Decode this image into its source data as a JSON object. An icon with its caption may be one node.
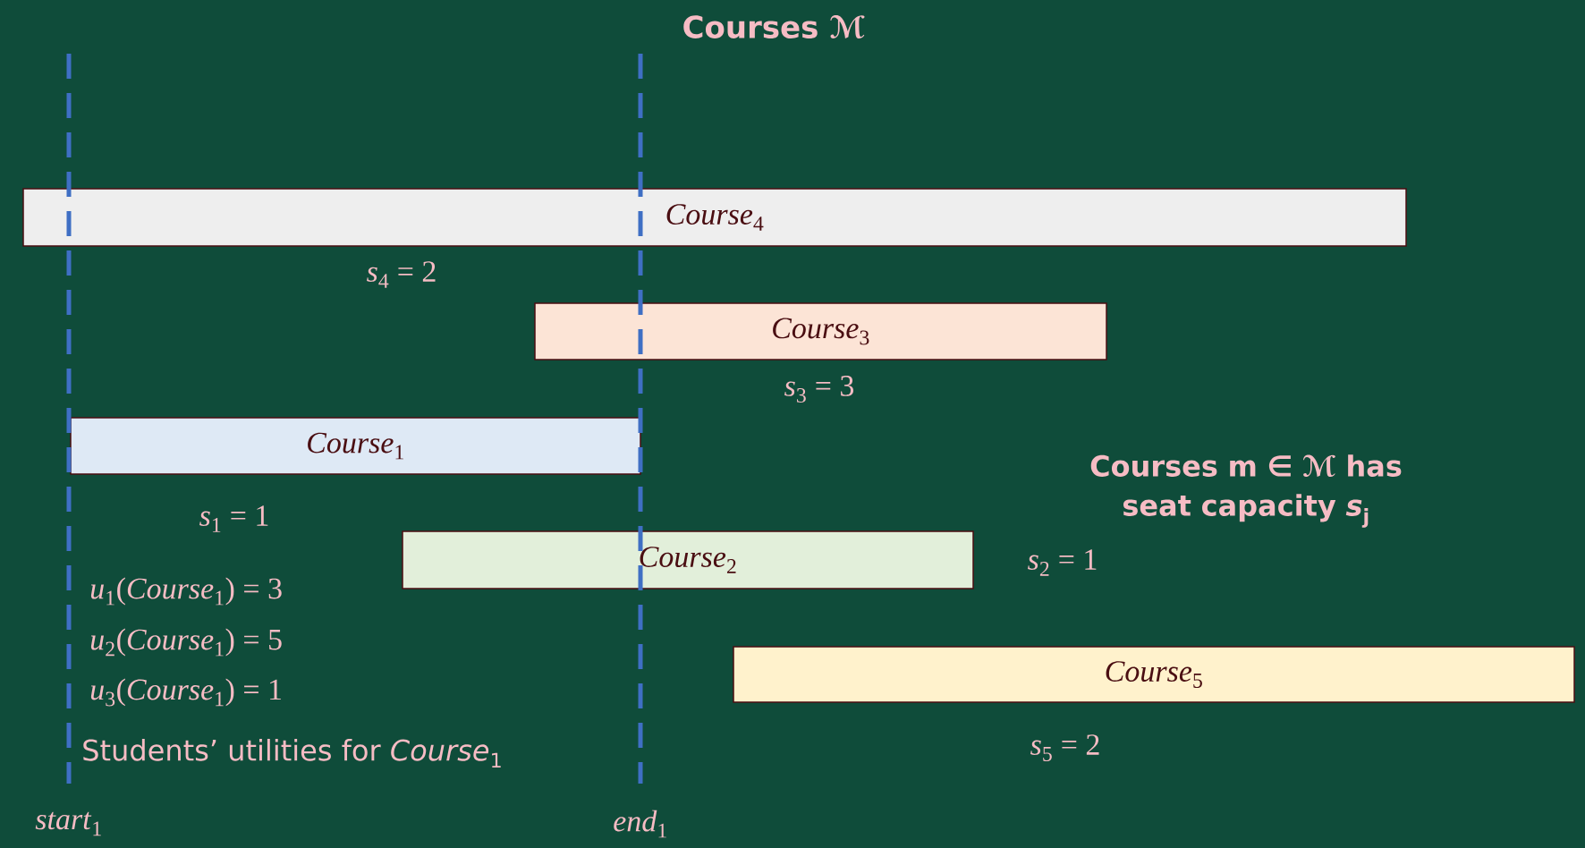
{
  "diagram": {
    "title": "Courses ℳ",
    "nodes": [
      {
        "text": [
          "*Course*$_{4}$"
        ],
        "beside": [
          "*s*$_{4}$ = 2"
        ]
      },
      {
        "text": [
          "*Course*$_{3}$"
        ],
        "beside": [
          "*s*$_{3}$ = 3"
        ]
      },
      {
        "text": [
          "*Course*$_{1}$"
        ],
        "beside": [
          "*s*$_{1}$ = 1"
        ]
      },
      {
        "text": [
          "*Course*$_{2}$"
        ],
        "beside": [
          "*s*$_{2}$ = 1"
        ]
      },
      {
        "text": [
          "*Course*$_{5}$"
        ],
        "beside": [
          "*s*$_{5}$ = 2"
        ]
      }
    ],
    "labels": [
      "Courses m ∈ ℳ has seat capacity *s*$_{j}$",
      "*u*$_{1}$(*Course*$_{1}$) = 3",
      "*u*$_{2}$(*Course*$_{1}$) = 5",
      "*u*$_{3}$(*Course*$_{1}$) = 1",
      "Students’ utilities for *Course*$_{1}$",
      "*start*$_{1}$",
      "*end*$_{1}$"
    ]
  }
}
